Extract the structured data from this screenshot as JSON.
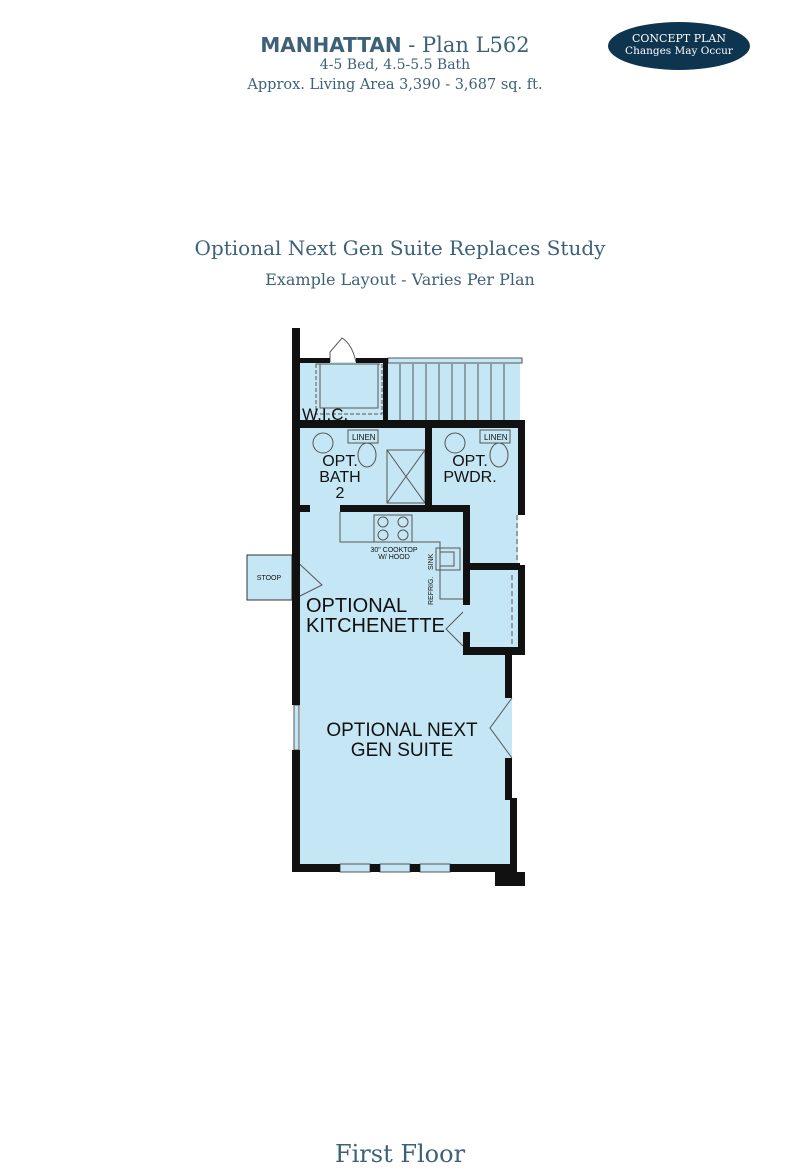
{
  "header": {
    "model_name": "MANHATTAN",
    "plan": " - Plan L562",
    "beds_baths": "4-5 Bed, 4.5-5.5 Bath",
    "living_area": "Approx. Living Area 3,390 - 3,687 sq. ft."
  },
  "badge": {
    "line1": "CONCEPT PLAN",
    "line2": "Changes May Occur"
  },
  "caption": {
    "title": "Optional Next Gen Suite Replaces Study",
    "subtitle": "Example Layout - Varies Per Plan"
  },
  "plan_labels": {
    "wic": "W.I.C.",
    "linen1": "LINEN",
    "linen2": "LINEN",
    "bath_line1": "OPT.",
    "bath_line2": "BATH",
    "bath_line3": "2",
    "pwdr_line1": "OPT.",
    "pwdr_line2": "PWDR.",
    "cooktop_line1": "30\" COOKTOP",
    "cooktop_line2": "W/ HOOD",
    "sink": "SINK",
    "refrig": "REFRIG.",
    "stoop": "STOOP",
    "kitchenette_line1": "OPTIONAL",
    "kitchenette_line2": "KITCHENETTE",
    "suite_line1": "OPTIONAL NEXT",
    "suite_line2": "GEN SUITE"
  },
  "footer": {
    "floor": "First Floor"
  },
  "colors": {
    "text": "#3d6178",
    "badge": "#0e3550",
    "room_fill": "#c5e6f4",
    "wall": "#111111"
  }
}
